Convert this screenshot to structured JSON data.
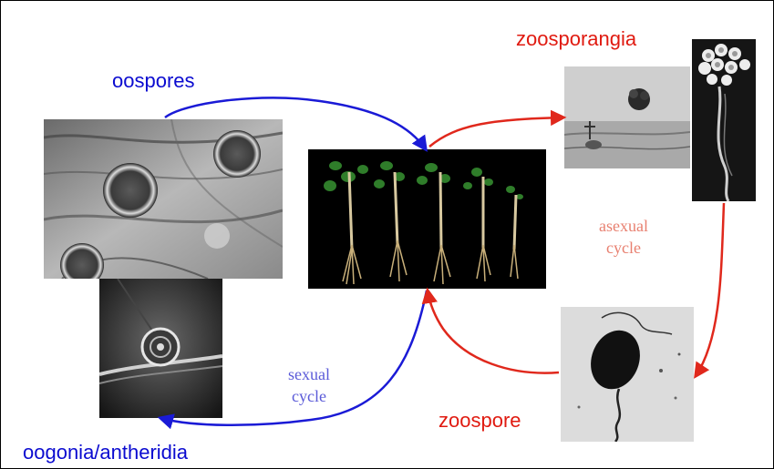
{
  "labels": {
    "oospores": "oospores",
    "zoosporangia": "zoosporangia",
    "zoospore": "zoospore",
    "oogonia_antheridia": "oogonia/antheridia",
    "sexual_cycle_line1": "sexual",
    "sexual_cycle_line2": "cycle",
    "asexual_cycle_line1": "asexual",
    "asexual_cycle_line2": "cycle"
  },
  "colors": {
    "sexual": "#1a1ad6",
    "asexual": "#e0281c",
    "sexual_text": "#0b0bd0",
    "asexual_text": "#e01a10",
    "sexual_cycle_text": "#5a5ad8",
    "asexual_cycle_text": "#e88070"
  },
  "icons": {
    "oospores_photo": "micrograph-oospores",
    "oogonia_photo": "micrograph-oogonium",
    "plants_photo": "infected-seedlings",
    "zoosporangia_photo": "micrograph-sporangium-on-hypha",
    "zoosporangia_tall_photo": "micrograph-sporangia-cluster",
    "zoospore_photo": "micrograph-flagellated-zoospore"
  }
}
